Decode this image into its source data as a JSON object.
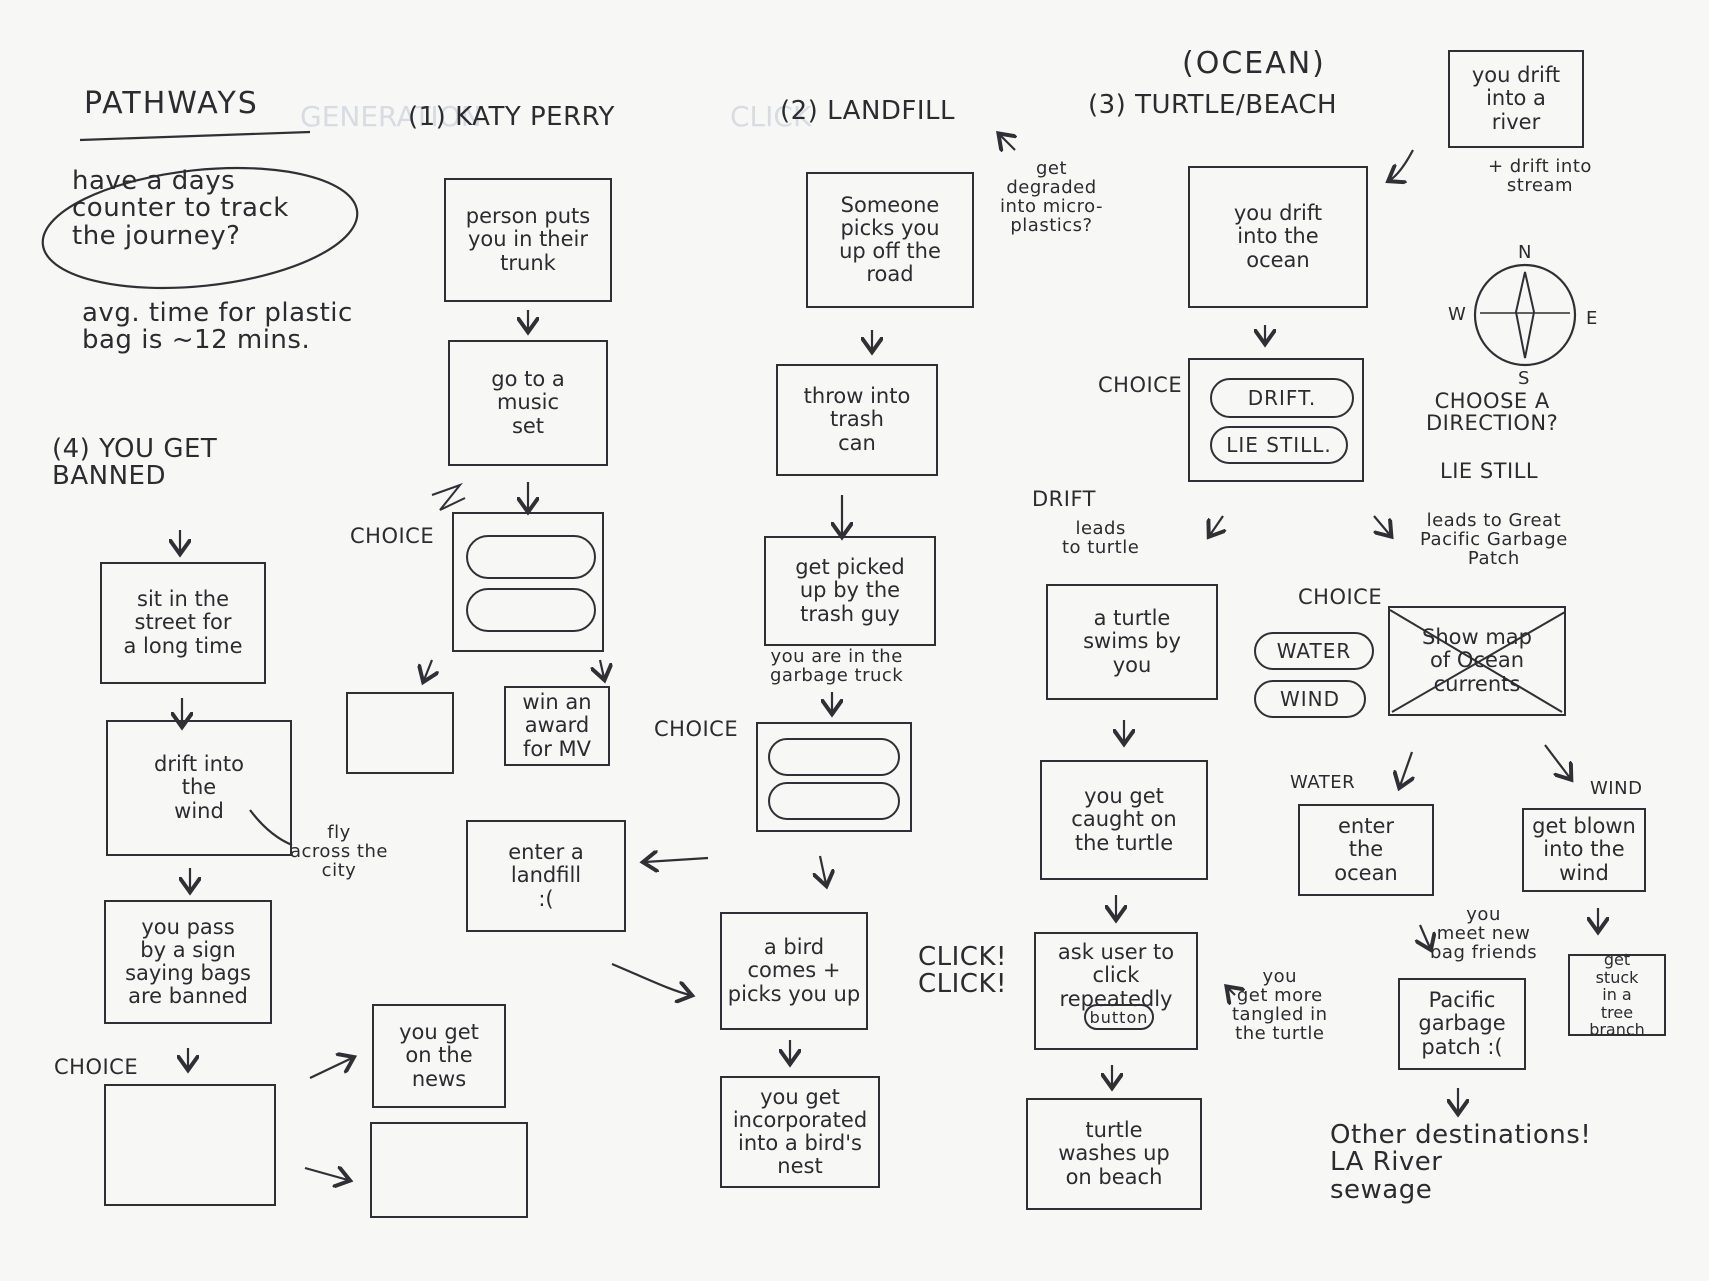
{
  "title": "PATHWAYS",
  "notes": {
    "days_counter": "have a days\ncounter to track\nthe journey?",
    "avg_time": "avg. time for plastic\nbag is ~12 mins."
  },
  "headers": {
    "katy": "(1) KATY PERRY",
    "landfill": "(2) LANDFILL",
    "turtle": "(3) TURTLE/BEACH",
    "ocean": "(OCEAN)",
    "banned": "(4) YOU GET\nBANNED"
  },
  "path1": {
    "box1": "person puts\nyou in their\ntrunk",
    "box2": "go to a\nmusic\nset",
    "choice_label": "CHOICE",
    "box4": "win an\naward\nfor MV"
  },
  "path2": {
    "box1": "Someone\npicks you\nup off the\nroad",
    "box2": "throw into\ntrash\ncan",
    "box3": "get picked\nup by the\ntrash guy",
    "note_truck": "you are in the\ngarbage truck",
    "choice_label": "CHOICE",
    "landfill": "enter a\nlandfill\n:(",
    "bird": "a bird\ncomes +\npicks you up",
    "nest": "you get\nincorporated\ninto a bird's\nnest",
    "click_note": "CLICK!\nCLICK!",
    "degraded": "get\ndegraded\ninto micro-\nplastics?"
  },
  "path3": {
    "box1": "you drift\ninto the\nocean",
    "river": "you drift\ninto a\nriver",
    "stream": "+ drift into\nstream",
    "choice_label": "CHOICE",
    "drift_btn": "DRIFT.",
    "lie_btn": "LIE STILL.",
    "compass_n": "N",
    "compass_s": "S",
    "compass_e": "E",
    "compass_w": "W",
    "choose_dir": "CHOOSE A\nDIRECTION?",
    "lie_still": "LIE STILL",
    "drift_label": "DRIFT",
    "leads_turtle": "leads\nto turtle",
    "leads_patch": "leads to Great\nPacific Garbage\nPatch",
    "turtle_swims": "a turtle\nswims by\nyou",
    "caught": "you get\ncaught on\nthe turtle",
    "ask_click": "ask user to\nclick repeatedly",
    "button_label": "button",
    "tangled": "you\nget more\ntangled in\nthe turtle",
    "washes": "turtle\nwashes up\non beach",
    "choice2_label": "CHOICE",
    "water_btn": "WATER",
    "wind_btn": "WIND",
    "map": "Show map\nof Ocean\ncurrents",
    "water_label": "WATER",
    "wind_label": "WIND",
    "enter_ocean": "enter\nthe\nocean",
    "blown": "get blown\ninto the\nwind",
    "friends": "you\nmeet new\nbag friends",
    "patch": "Pacific\ngarbage\npatch :(",
    "stuck": "get\nstuck\nin a\ntree\nbranch",
    "other": "Other destinations!\nLA River\nsewage"
  },
  "path4": {
    "box1": "sit in the\nstreet for\na long time",
    "box2": "drift into\nthe\nwind",
    "fly_note": "fly\nacross the\ncity",
    "box3": "you pass\nby a sign\nsaying bags\nare banned",
    "choice_label": "CHOICE",
    "news": "you get\non the\nnews"
  }
}
